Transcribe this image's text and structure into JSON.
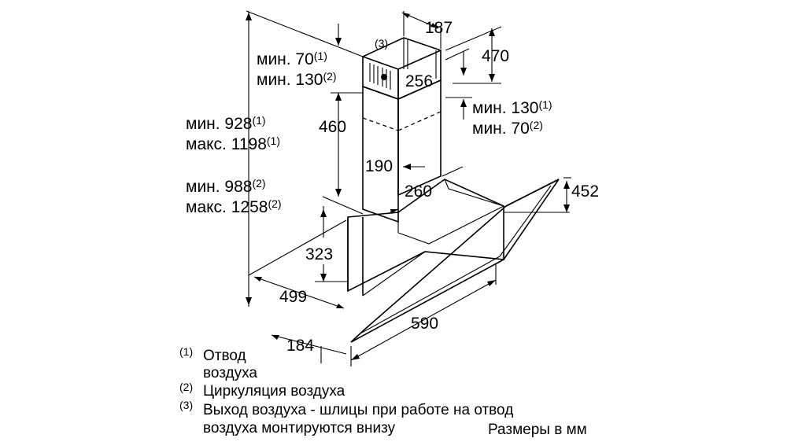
{
  "dimensions": {
    "d187": "187",
    "d470": "470",
    "d256": "256",
    "d460": "460",
    "d190": "190",
    "d260": "260",
    "d452": "452",
    "d323": "323",
    "d499": "499",
    "d590": "590",
    "d184": "184"
  },
  "label_left_top": {
    "min_prefix": "мин. 70",
    "min_sup": "(1)",
    "min2_prefix": "мин. 130",
    "min2_sup": "(2)"
  },
  "label_right_top": {
    "l1": "мин. 130",
    "l1_sup": "(1)",
    "l2": "мин. 70",
    "l2_sup": "(2)"
  },
  "label_height_1": {
    "l1": "мин. 928",
    "l1_sup": "(1)",
    "l2": "макс. 1198",
    "l2_sup": "(1)"
  },
  "label_height_2": {
    "l1": "мин. 988",
    "l1_sup": "(2)",
    "l2": "макс. 1258",
    "l2_sup": "(2)"
  },
  "marker3": "(3)",
  "notes": [
    {
      "marker": "(1)",
      "line1": "Отвод",
      "line2": "воздуха"
    },
    {
      "marker": "(2)",
      "line1": "Циркуляция воздуха"
    },
    {
      "marker": "(3)",
      "line1": "Выход воздуха - шлицы при работе на отвод",
      "line2": "воздуха монтируются внизу"
    }
  ],
  "units_note": "Размеры в мм"
}
